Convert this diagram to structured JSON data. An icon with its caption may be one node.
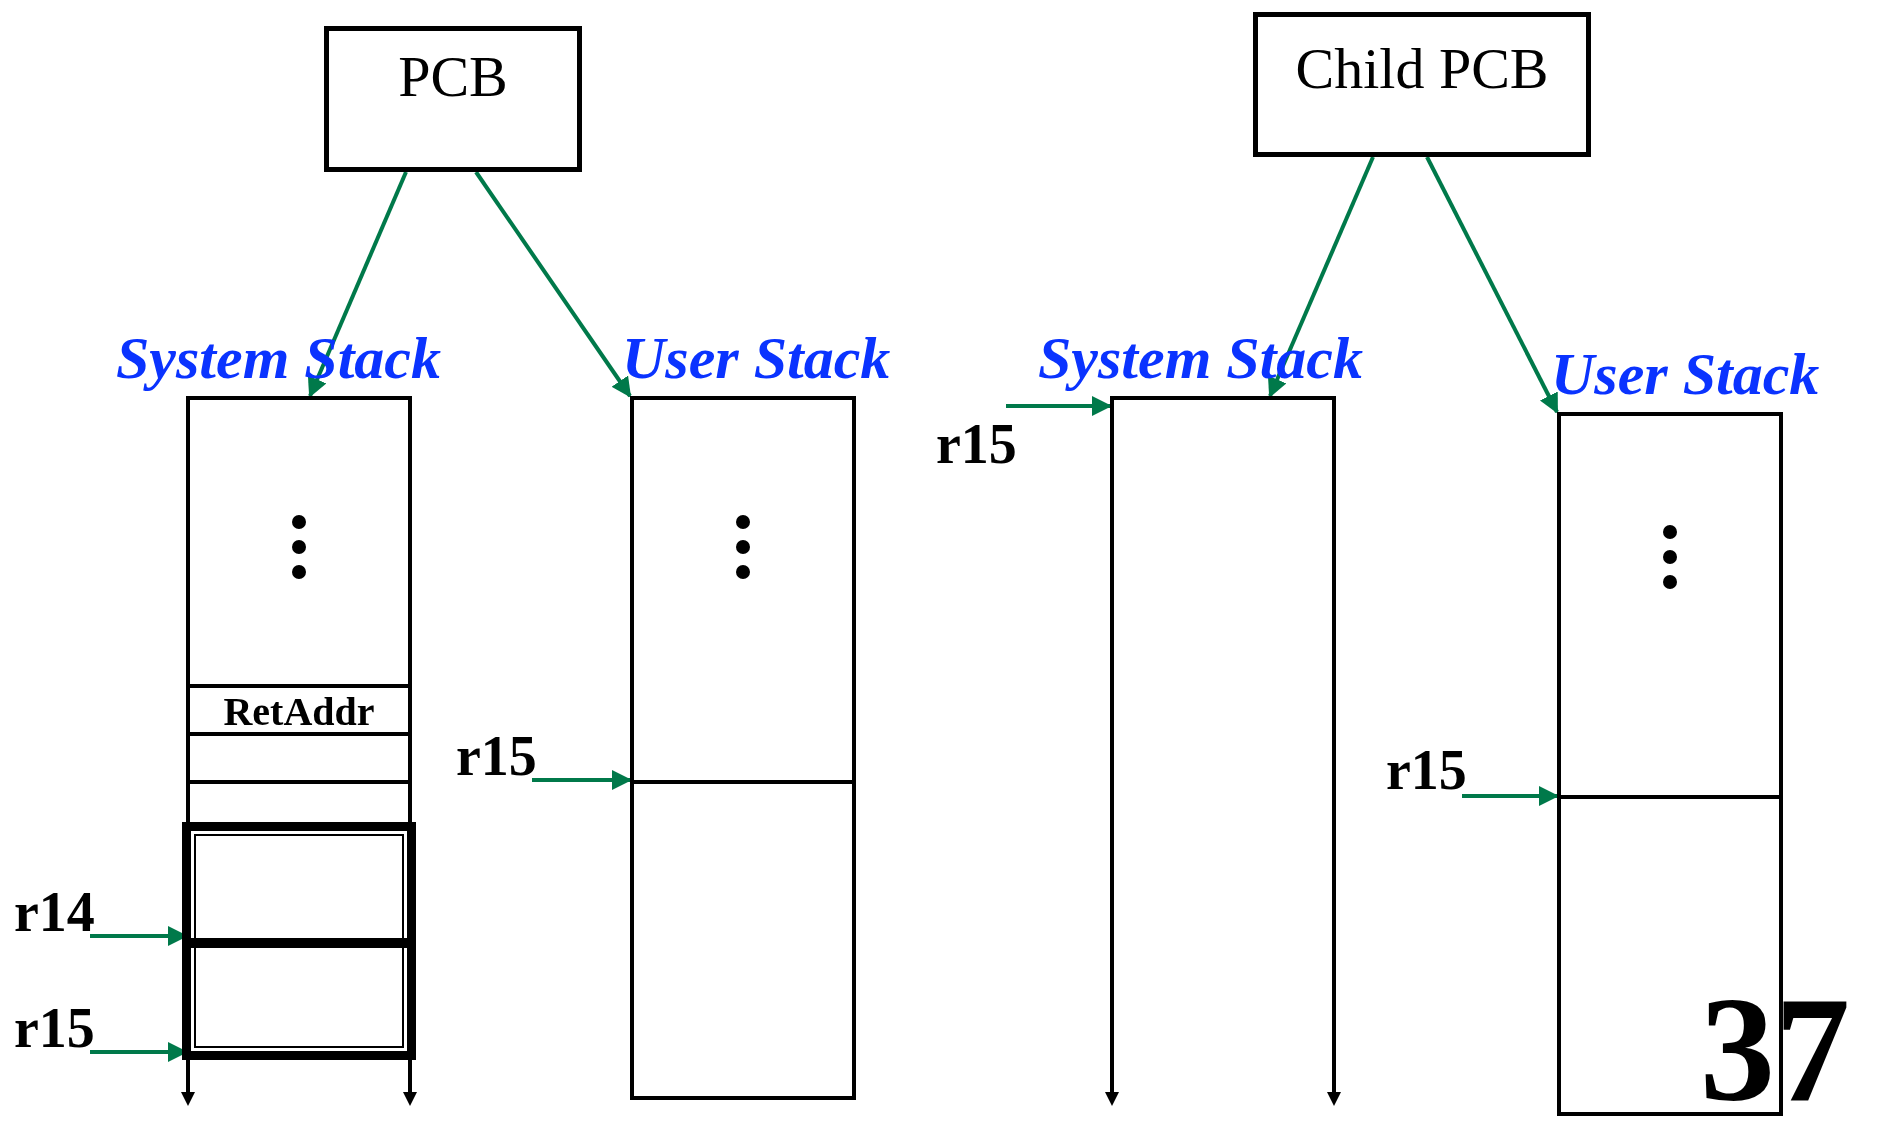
{
  "diagram": {
    "nodes": [
      {
        "text": [
          "PCB"
        ]
      },
      {
        "text": [
          "System Stack"
        ]
      },
      {
        "text": [
          "RetAddr"
        ],
        "in": 1
      },
      {
        "text": [
          "User Stack"
        ]
      },
      {
        "text": [
          "Child PCB"
        ]
      },
      {
        "text": [
          "System Stack"
        ]
      },
      {
        "text": [
          "User Stack"
        ]
      },
      {
        "text": [
          "r14"
        ]
      },
      {
        "text": [
          "r15"
        ]
      },
      {
        "text": [
          "r15"
        ]
      },
      {
        "text": [
          "r15"
        ]
      },
      {
        "text": [
          "r15"
        ]
      }
    ],
    "edges": [
      {
        "from": 0,
        "to": 1,
        "arrow": "to"
      },
      {
        "from": 0,
        "to": 3,
        "arrow": "to"
      },
      {
        "from": 4,
        "to": 5,
        "arrow": "to"
      },
      {
        "from": 4,
        "to": 6,
        "arrow": "to"
      },
      {
        "from": 7,
        "to": 1,
        "arrow": "to"
      },
      {
        "from": 8,
        "to": 1,
        "arrow": "to"
      },
      {
        "from": 9,
        "to": 3,
        "arrow": "to"
      },
      {
        "from": 10,
        "to": 5,
        "arrow": "to"
      },
      {
        "from": 11,
        "to": 6,
        "arrow": "to"
      }
    ],
    "labels": [
      "37"
    ]
  }
}
